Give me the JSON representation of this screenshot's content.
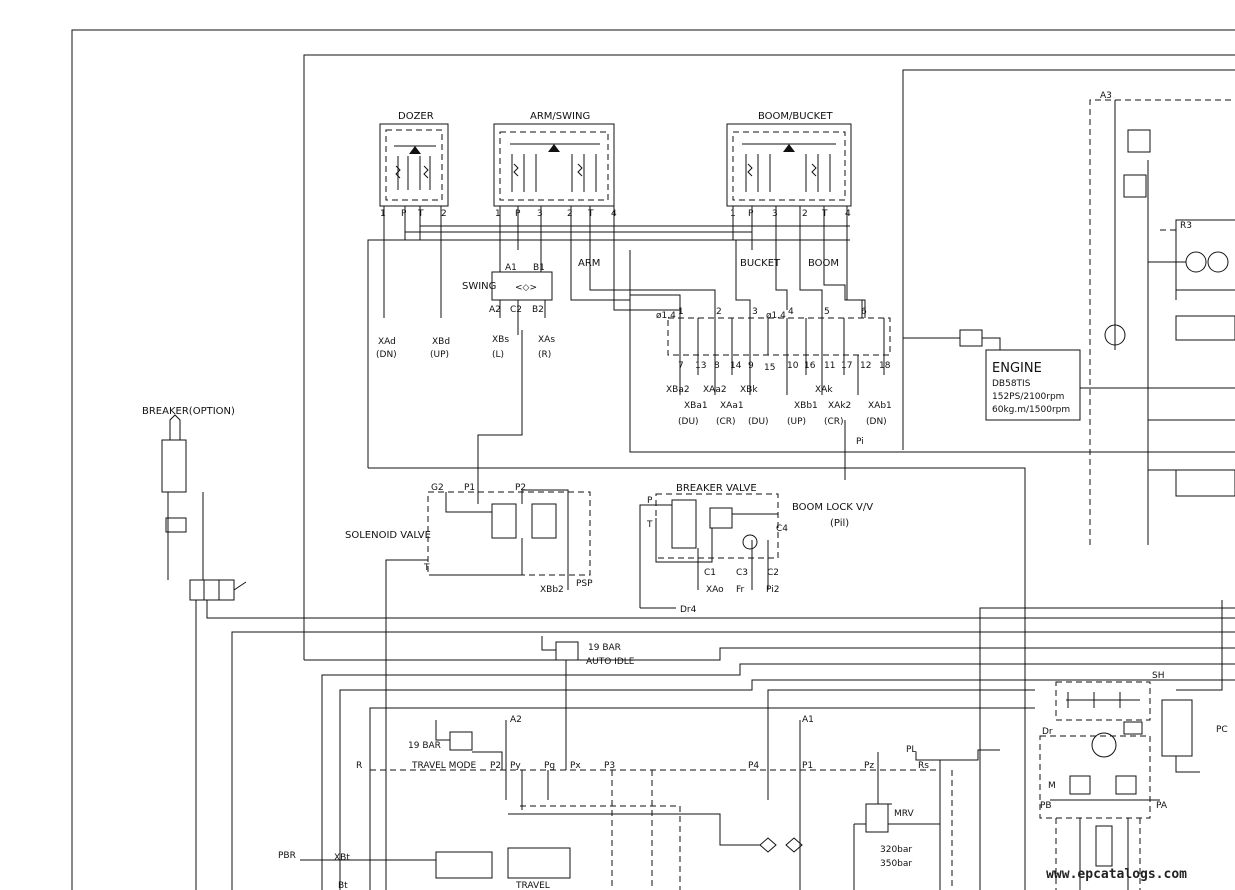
{
  "blocks": {
    "dozer": "DOZER",
    "arm_swing": "ARM/SWING",
    "boom_bucket": "BOOM/BUCKET"
  },
  "dozer_ports": [
    "1",
    "P",
    "T",
    "2"
  ],
  "arm_swing_ports": [
    "1",
    "P",
    "3",
    "2",
    "T",
    "4"
  ],
  "boom_bucket_ports": [
    "1",
    "P",
    "3",
    "2",
    "T",
    "4"
  ],
  "mid_labels": {
    "arm": "ARM",
    "bucket": "BUCKET",
    "boom": "BOOM",
    "swing": "SWING"
  },
  "swing_ports": [
    "A1",
    "B1",
    "A2",
    "C2",
    "B2"
  ],
  "ports_left": [
    {
      "code": "XAd",
      "sub": "(DN)"
    },
    {
      "code": "XBd",
      "sub": "(UP)"
    },
    {
      "code": "XBs",
      "sub": "(L)"
    },
    {
      "code": "XAs",
      "sub": "(R)"
    }
  ],
  "manifold_numbers": [
    "1",
    "2",
    "3",
    "4",
    "5",
    "6",
    "7",
    "8",
    "9",
    "10",
    "11",
    "12",
    "13",
    "14",
    "15",
    "16",
    "17",
    "18"
  ],
  "orifice": "ø1.4",
  "ports_manifold": [
    {
      "code": "XBa2",
      "sub": ""
    },
    {
      "code": "XAa2",
      "sub": ""
    },
    {
      "code": "XBk",
      "sub": ""
    },
    {
      "code": "XAk",
      "sub": ""
    },
    {
      "code": "XBa1",
      "sub": "(DU)"
    },
    {
      "code": "XAa1",
      "sub": "(CR)"
    },
    {
      "code": "",
      "sub": "(DU)"
    },
    {
      "code": "XBb1",
      "sub": "(UP)"
    },
    {
      "code": "XAk2",
      "sub": "(CR)"
    },
    {
      "code": "XAb1",
      "sub": "(DN)"
    }
  ],
  "pi": "Pi",
  "engine": {
    "title": "ENGINE",
    "model": "DB58TIS",
    "power": "152PS/2100rpm",
    "torque": "60kg.m/1500rpm"
  },
  "labels": {
    "a3": "A3",
    "r3": "R3",
    "breaker_option": "BREAKER(OPTION)",
    "solenoid_valve": "SOLENOID VALVE",
    "g2": "G2",
    "p1": "P1",
    "p2": "P2",
    "t": "T",
    "xbb2": "XBb2",
    "psp": "PSP",
    "breaker_valve": "BREAKER VALVE",
    "bv_p": "P",
    "bv_t": "T",
    "c4": "C4",
    "c1": "C1",
    "c3": "C3",
    "c2": "C2",
    "xao": "XAo",
    "fr": "Fr",
    "pi2": "Pi2",
    "dr4": "Dr4",
    "boom_lock": "BOOM LOCK V/V",
    "pil": "(Pil)",
    "auto_idle_bar": "19 BAR",
    "auto_idle": "AUTO IDLE",
    "travel_bar": "19 BAR",
    "travel_mode": "TRAVEL MODE",
    "a2": "A2",
    "a1": "A1",
    "r": "R",
    "p2b": "P2",
    "py": "Py",
    "pg": "Pg",
    "px": "Px",
    "p3": "P3",
    "p4": "P4",
    "p1b": "P1",
    "pz": "Pz",
    "rs": "Rs",
    "pl": "PL",
    "mrv": "MRV",
    "mrv_p1": "320bar",
    "mrv_p2": "350bar",
    "pbr": "PBR",
    "xbt": "XBt",
    "bt": "Bt",
    "travel": "TRAVEL",
    "sh": "SH",
    "pc": "PC",
    "dr": "Dr",
    "m": "M",
    "pb": "PB",
    "pa": "PA"
  },
  "watermark": "www.epcatalogs.com"
}
